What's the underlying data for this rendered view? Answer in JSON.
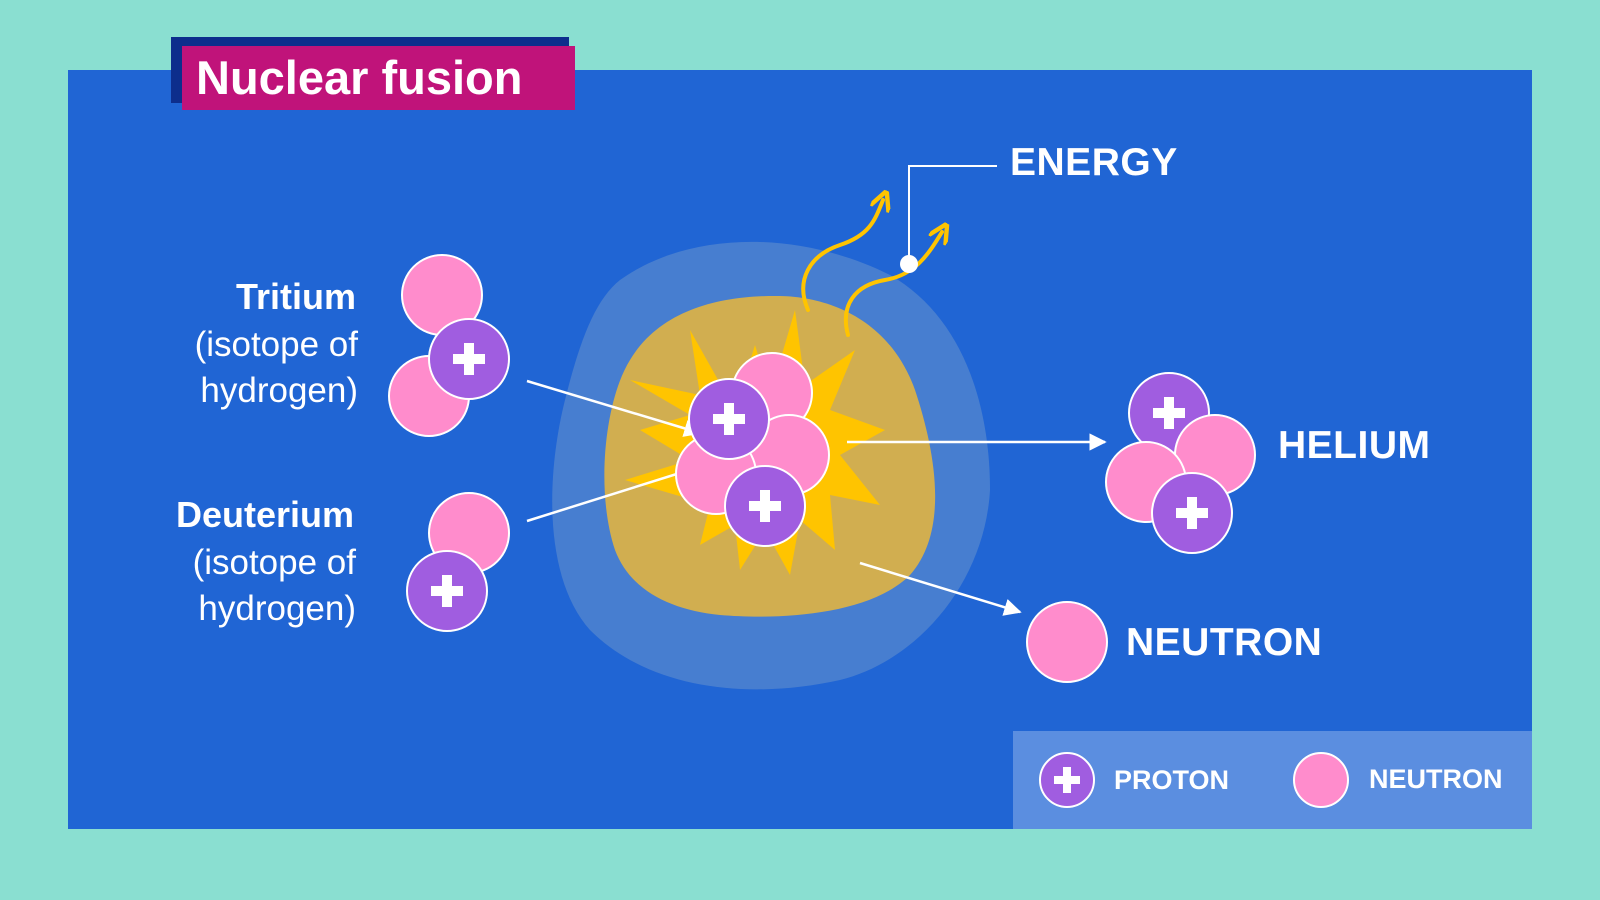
{
  "title": "Nuclear fusion",
  "inputs": {
    "tritium": {
      "name": "Tritium",
      "desc": "(isotope of hydrogen)"
    },
    "deuterium": {
      "name": "Deuterium",
      "desc": "(isotope of hydrogen)"
    }
  },
  "outputs": {
    "energy": "ENERGY",
    "helium": "HELIUM",
    "neutron": "NEUTRON"
  },
  "legend": {
    "proton": "PROTON",
    "neutron": "NEUTRON"
  },
  "colors": {
    "background": "#8adfd1",
    "panel": "#2065d4",
    "title_bg": "#c0137a",
    "proton": "#a05de0",
    "neutron": "#ff8ccc",
    "energy": "#ffc400"
  }
}
